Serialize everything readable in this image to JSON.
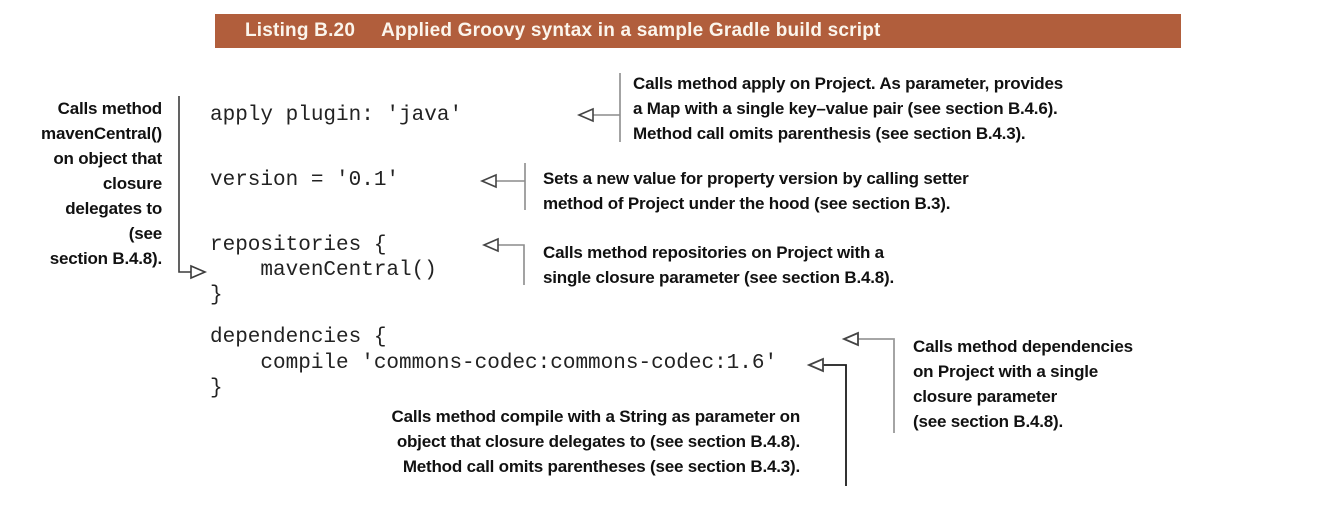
{
  "header": {
    "label": "Listing B.20",
    "title": "Applied Groovy syntax in a sample Gradle build script"
  },
  "code": {
    "lines": [
      "apply plugin: 'java'",
      "version = '0.1'",
      "repositories {",
      "    mavenCentral()",
      "}",
      "dependencies {",
      "    compile 'commons-codec:commons-codec:1.6'",
      "}"
    ]
  },
  "annotations": {
    "maven_central": "Calls method\nmavenCentral()\non object that\nclosure\ndelegates to\n(see\nsection B.4.8).",
    "apply": "Calls method apply on Project. As parameter, provides\na Map with a single key–value pair (see section B.4.6).\nMethod call omits parenthesis (see section B.4.3).",
    "version": "Sets a new value for property version by calling setter\nmethod of Project under the hood (see section B.3).",
    "repositories": "Calls method repositories on Project with a\nsingle closure parameter (see section B.4.8).",
    "dependencies": "Calls method dependencies\non Project with a single\nclosure parameter\n(see section B.4.8).",
    "compile": "Calls method compile with a String as parameter on\nobject that closure delegates to (see section B.4.8).\nMethod call omits parentheses (see section B.4.3)."
  },
  "colors": {
    "banner_background": "#b15e3c",
    "banner_text": "#fbf5ec",
    "code_text": "#222222",
    "annotation_text": "#111111",
    "connector_gray": "#8c8c8c",
    "connector_dark": "#1c1c1c"
  }
}
